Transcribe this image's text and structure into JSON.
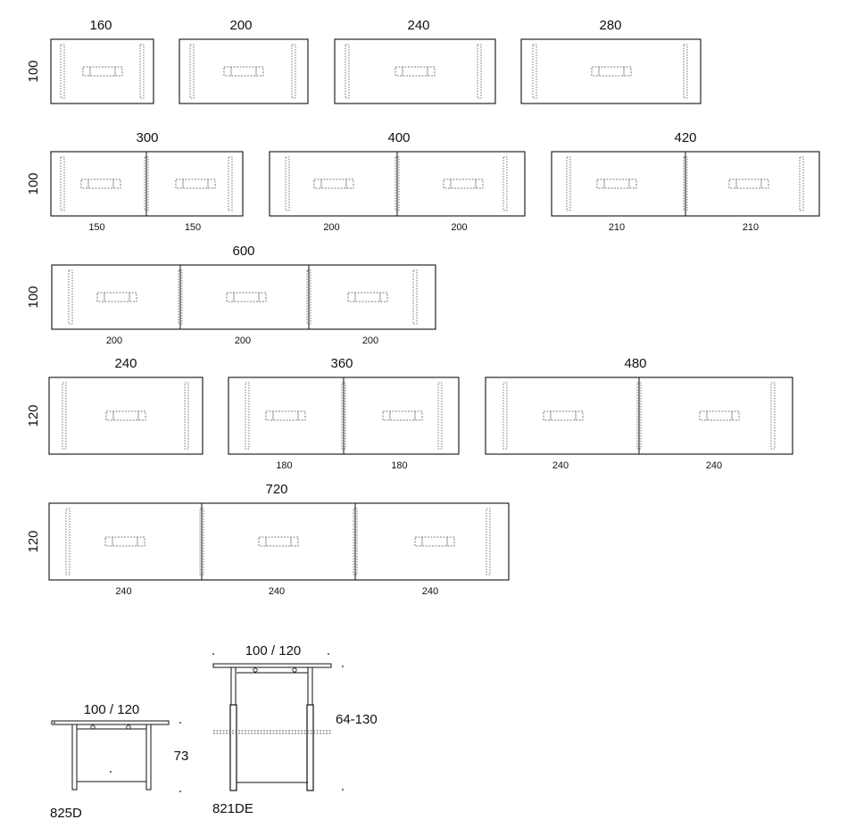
{
  "colors": {
    "line": "#111111",
    "dash": "#555555",
    "background": "#ffffff"
  },
  "tables": [
    {
      "length": "160",
      "depth": "100",
      "modules": []
    },
    {
      "length": "200",
      "depth": "",
      "modules": []
    },
    {
      "length": "240",
      "depth": "",
      "modules": []
    },
    {
      "length": "280",
      "depth": "",
      "modules": []
    },
    {
      "length": "300",
      "depth": "100",
      "modules": [
        "150",
        "150"
      ]
    },
    {
      "length": "400",
      "depth": "",
      "modules": [
        "200",
        "200"
      ]
    },
    {
      "length": "420",
      "depth": "",
      "modules": [
        "210",
        "210"
      ]
    },
    {
      "length": "600",
      "depth": "100",
      "modules": [
        "200",
        "200",
        "200"
      ]
    },
    {
      "length": "240",
      "depth": "120",
      "modules": []
    },
    {
      "length": "360",
      "depth": "",
      "modules": [
        "180",
        "180"
      ]
    },
    {
      "length": "480",
      "depth": "",
      "modules": [
        "240",
        "240"
      ]
    },
    {
      "length": "720",
      "depth": "120",
      "modules": [
        "240",
        "240",
        "240"
      ]
    }
  ],
  "elevations": [
    {
      "code": "825D",
      "width": "100 / 120",
      "height": "73"
    },
    {
      "code": "821DE",
      "width": "100 / 120",
      "height": "64-130"
    }
  ]
}
